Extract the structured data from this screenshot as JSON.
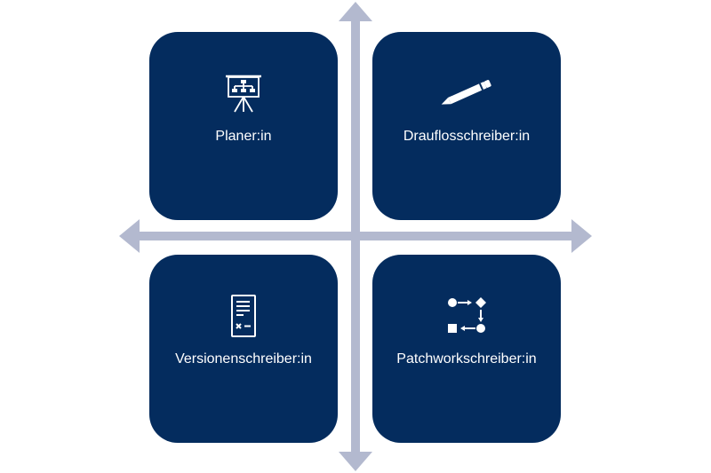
{
  "quadrants": [
    {
      "label": "Planer:in",
      "icon": "presentation-board-icon"
    },
    {
      "label": "Drauflosschreiber:in",
      "icon": "pen-icon"
    },
    {
      "label": "Versionenschreiber:in",
      "icon": "document-checklist-icon"
    },
    {
      "label": "Patchworkschreiber:in",
      "icon": "flowchart-icon"
    }
  ],
  "colors": {
    "tile": "#042c5e",
    "axis": "#b3b9cf",
    "text": "#ffffff"
  }
}
